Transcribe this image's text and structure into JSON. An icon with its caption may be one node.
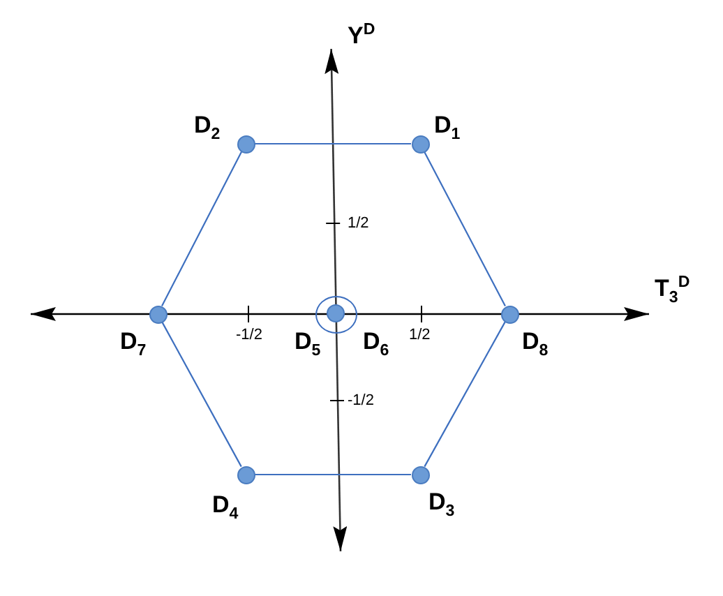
{
  "diagram": {
    "nodes": [
      {
        "text": [],
        "shape": "circle",
        "beside": [
          "D$_{2}$"
        ]
      },
      {
        "text": [],
        "shape": "circle",
        "beside": [
          "D$_{1}$"
        ]
      },
      {
        "text": [],
        "shape": "circle",
        "beside": [
          "D$_{7}$"
        ]
      },
      {
        "text": [],
        "shape": "circle",
        "beside": [
          "D$_{5}$",
          "D$_{6}$"
        ]
      },
      {
        "text": [],
        "shape": "circle",
        "in": 3
      },
      {
        "text": [],
        "shape": "circle",
        "beside": [
          "D$_{8}$"
        ]
      },
      {
        "text": [],
        "shape": "circle",
        "beside": [
          "D$_{4}$"
        ]
      },
      {
        "text": [],
        "shape": "circle",
        "beside": [
          "D$_{3}$"
        ]
      }
    ],
    "edges": [
      {
        "from": 0,
        "to": 1,
        "arrow": "none"
      },
      {
        "from": 1,
        "to": 5,
        "arrow": "none"
      },
      {
        "from": 5,
        "to": 7,
        "arrow": "none"
      },
      {
        "from": 7,
        "to": 6,
        "arrow": "none"
      },
      {
        "from": 6,
        "to": 2,
        "arrow": "none"
      },
      {
        "from": 2,
        "to": 0,
        "arrow": "none"
      }
    ],
    "labels": [
      "Y$^{D}$",
      "1/2",
      "T$_{3}$$^{D}$",
      "-1/2",
      "1/2",
      "-1/2"
    ]
  }
}
